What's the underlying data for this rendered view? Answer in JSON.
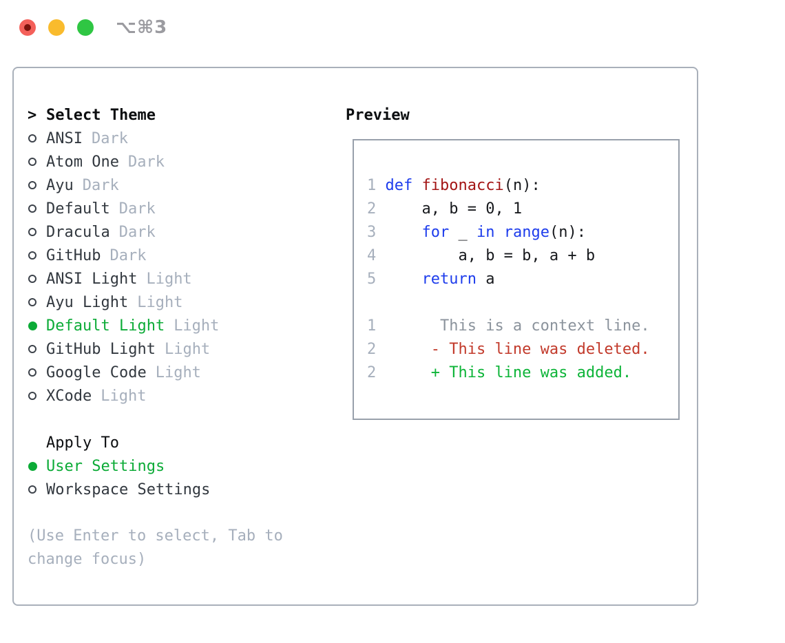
{
  "window": {
    "title": "⌥⌘3",
    "traffic_lights": [
      "close",
      "minimize",
      "zoom"
    ]
  },
  "colors": {
    "accent_green": "#0cab37",
    "keyword_blue": "#1d3cec",
    "function_red": "#a31515",
    "diff_red": "#c23a2b",
    "diff_green": "#0db438",
    "muted": "#a6afbc",
    "context_gray": "#8b939c",
    "text_dark": "#17191d",
    "item_text": "#32383f",
    "panel_border": "#a9b0ba",
    "preview_border": "#98a0ab",
    "titlebar_gray": "#9b9ba0",
    "light_red": "#f4605a",
    "light_red_dot": "#7c130d",
    "light_yellow": "#f9bb2d",
    "light_green": "#2fc643"
  },
  "theme_panel": {
    "cursor": ">",
    "title": "Select Theme",
    "items": [
      {
        "name": "ANSI",
        "tag": "Dark",
        "selected": false
      },
      {
        "name": "Atom One",
        "tag": "Dark",
        "selected": false
      },
      {
        "name": "Ayu",
        "tag": "Dark",
        "selected": false
      },
      {
        "name": "Default",
        "tag": "Dark",
        "selected": false
      },
      {
        "name": "Dracula",
        "tag": "Dark",
        "selected": false
      },
      {
        "name": "GitHub",
        "tag": "Dark",
        "selected": false
      },
      {
        "name": "ANSI Light",
        "tag": "Light",
        "selected": false
      },
      {
        "name": "Ayu Light",
        "tag": "Light",
        "selected": false
      },
      {
        "name": "Default Light",
        "tag": "Light",
        "selected": true
      },
      {
        "name": "GitHub Light",
        "tag": "Light",
        "selected": false
      },
      {
        "name": "Google Code",
        "tag": "Light",
        "selected": false
      },
      {
        "name": "XCode",
        "tag": "Light",
        "selected": false
      }
    ],
    "apply_to": {
      "title": "Apply To",
      "options": [
        {
          "label": "User Settings",
          "selected": true
        },
        {
          "label": "Workspace Settings",
          "selected": false
        }
      ]
    },
    "help": [
      "(Use Enter to select, Tab to",
      "change focus)"
    ]
  },
  "preview": {
    "title": "Preview",
    "lines": [
      {
        "segments": [
          [
            "ln",
            "1 "
          ],
          [
            "kw",
            "def"
          ],
          [
            "pl",
            " "
          ],
          [
            "fn",
            "fibonacci"
          ],
          [
            "pl",
            "(n):"
          ]
        ]
      },
      {
        "segments": [
          [
            "ln",
            "2 "
          ],
          [
            "pl",
            "    a, b = 0, 1"
          ]
        ]
      },
      {
        "segments": [
          [
            "ln",
            "3 "
          ],
          [
            "pl",
            "    "
          ],
          [
            "kw",
            "for"
          ],
          [
            "pl",
            " _ "
          ],
          [
            "kw",
            "in"
          ],
          [
            "pl",
            " "
          ],
          [
            "kw",
            "range"
          ],
          [
            "pl",
            "(n):"
          ]
        ]
      },
      {
        "segments": [
          [
            "ln",
            "4 "
          ],
          [
            "pl",
            "        a, b = b, a + b"
          ]
        ]
      },
      {
        "segments": [
          [
            "ln",
            "5 "
          ],
          [
            "pl",
            "    "
          ],
          [
            "kw",
            "return"
          ],
          [
            "pl",
            " a"
          ]
        ]
      },
      {
        "segments": []
      },
      {
        "segments": [
          [
            "ln",
            "1 "
          ],
          [
            "ctx",
            "      This is a context line."
          ]
        ]
      },
      {
        "segments": [
          [
            "ln",
            "2 "
          ],
          [
            "del",
            "     - This line was deleted."
          ]
        ]
      },
      {
        "segments": [
          [
            "ln",
            "2 "
          ],
          [
            "add",
            "     + This line was added."
          ]
        ]
      }
    ]
  }
}
